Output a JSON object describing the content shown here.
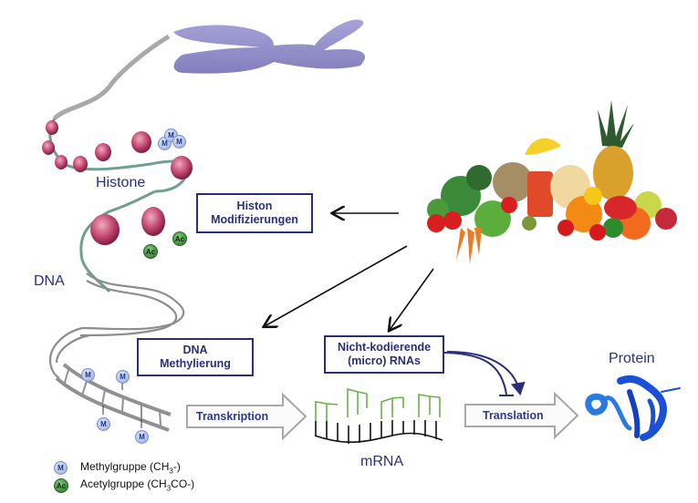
{
  "labels": {
    "histone": "Histone",
    "dna": "DNA",
    "mrna": "mRNA",
    "protein": "Protein"
  },
  "boxes": {
    "histone_mod": [
      "Histon",
      "Modifizierungen"
    ],
    "dna_methylation": [
      "DNA",
      "Methylierung"
    ],
    "noncoding_rna": [
      "Nicht-kodierende",
      "(micro) RNAs"
    ]
  },
  "process_arrows": {
    "transcription": "Transkription",
    "translation": "Translation"
  },
  "badges": {
    "methyl": "M",
    "acetyl": "Ac"
  },
  "legend": [
    {
      "symbol": "M",
      "text_main": "Methylgruppe (CH",
      "sub": "3",
      "text_end": "-)"
    },
    {
      "symbol": "Ac",
      "text_main": "Acetylgruppe (CH",
      "sub": "3",
      "text_end": "CO-)"
    }
  ],
  "colors": {
    "box_border": "#2b2f7a",
    "label_text": "#2b2f7a",
    "chromosome": "#8a86c4",
    "nucleosome": "#c2466e",
    "dna_strand": "#7fa89a",
    "mrna_green": "#6ab04c",
    "protein_blue": "#1a4fd6"
  }
}
